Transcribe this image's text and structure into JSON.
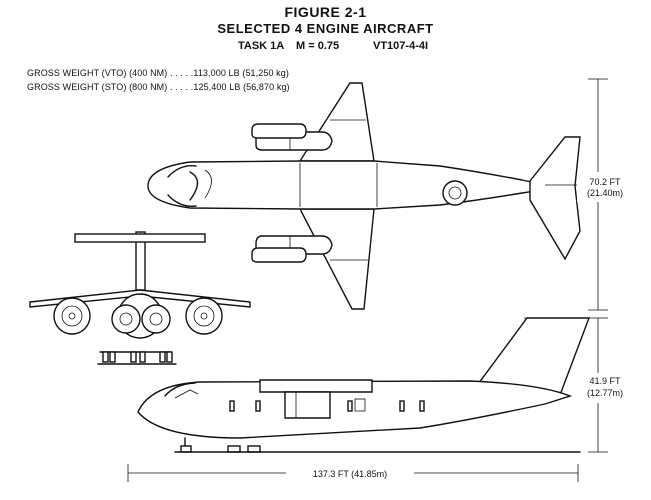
{
  "figure": {
    "title": "FIGURE 2-1",
    "subtitle": "SELECTED 4 ENGINE AIRCRAFT",
    "task": "TASK 1A",
    "mach": "M = 0.75",
    "config": "VT107-4-4I"
  },
  "weights": {
    "vto": "GROSS WEIGHT (VTO) (400 NM) . . . . .113,000 LB (51,250 kg)",
    "sto": "GROSS WEIGHT (STO) (800 NM) . . . . .125,400 LB (56,870 kg)"
  },
  "dimensions": {
    "span_ft": "70.2 FT",
    "span_m": "(21.40m)",
    "height_ft": "41.9 FT",
    "height_m": "(12.77m)",
    "length": "137.3 FT (41.85m)"
  }
}
